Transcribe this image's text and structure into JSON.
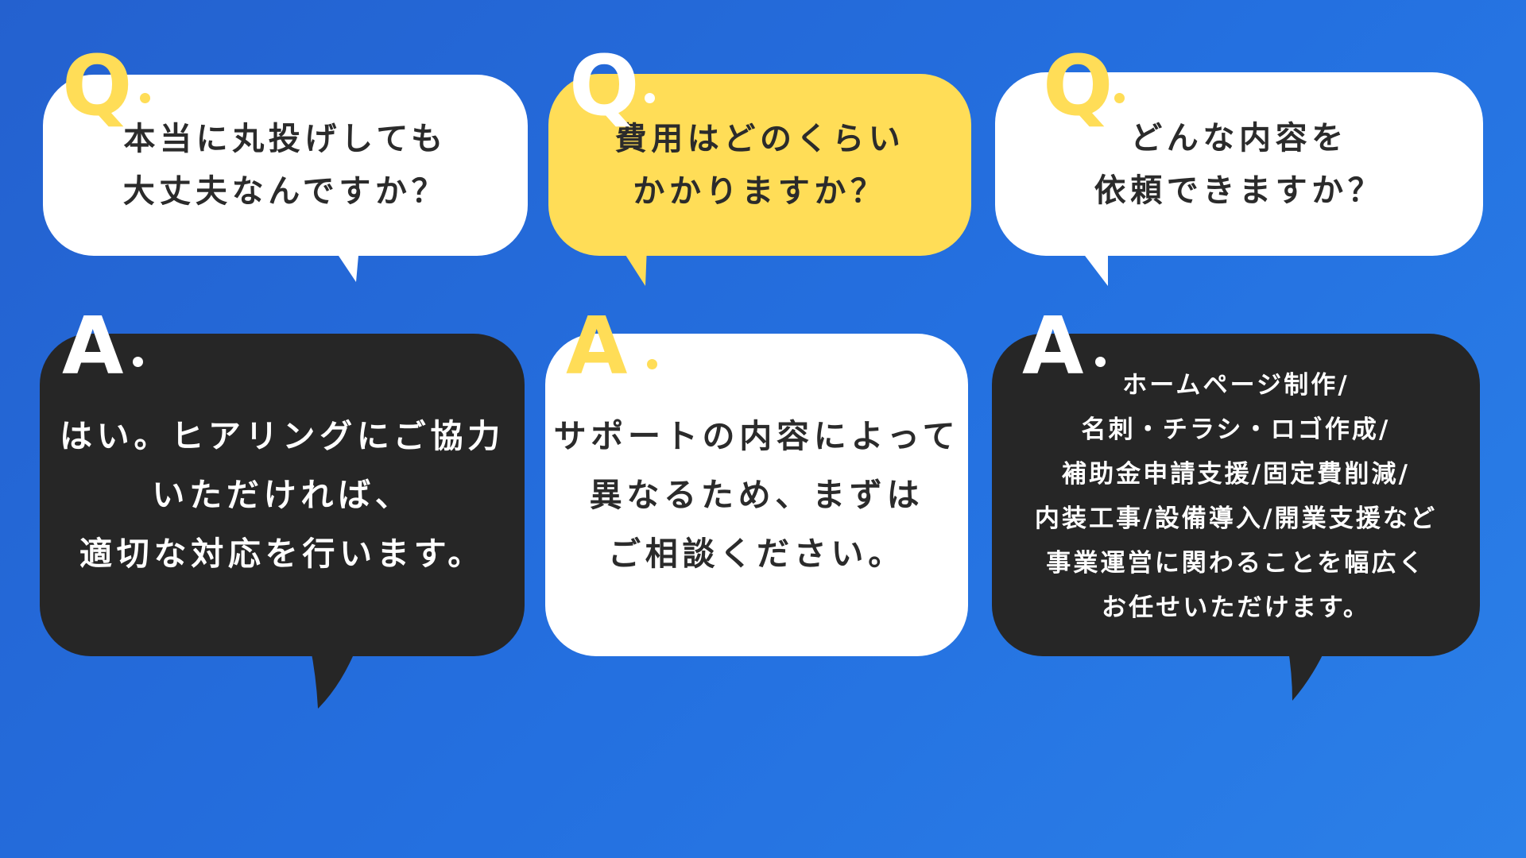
{
  "colors": {
    "background_start": "#2461cf",
    "background_end": "#2b80e8",
    "white": "#ffffff",
    "yellow": "#ffdd57",
    "dark": "#262626",
    "dark_text": "#2b2b2b"
  },
  "faq": [
    {
      "q_mark": "Q",
      "question": "本当に丸投げしても\n大丈夫なんですか？",
      "a_mark": "A",
      "answer": "はい。ヒアリングにご協力\nいただければ、\n適切な対応を行います。"
    },
    {
      "q_mark": "Q",
      "question": "費用はどのくらい\nかかりますか？",
      "a_mark": "A",
      "answer": "サポートの内容によって\n異なるため、まずは\nご相談ください。"
    },
    {
      "q_mark": "Q",
      "question": "どんな内容を\n依頼できますか？",
      "a_mark": "A",
      "answer": "ホームページ制作/\n名刺・チラシ・ロゴ作成/\n補助金申請支援/固定費削減/\n内装工事/設備導入/開業支援など\n事業運営に関わることを幅広く\nお任せいただけます。"
    }
  ]
}
